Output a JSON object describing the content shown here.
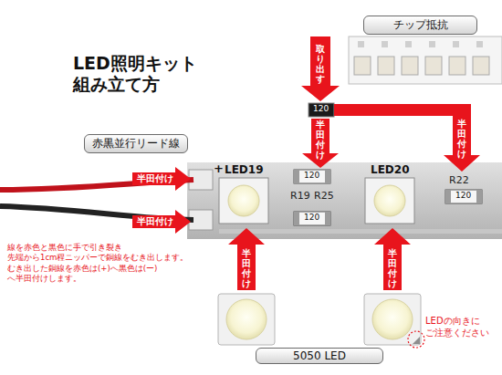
{
  "diagram": {
    "title": "LED照明キット 組み立て方",
    "nodes": [
      {
        "text": [
          "チップ抵抗"
        ]
      },
      {
        "text": [
          "赤黒並行リード線"
        ]
      },
      {
        "text": [
          "5050 LED"
        ]
      }
    ],
    "labels": [
      "取り出す",
      "120",
      "半田付け",
      "半田付け",
      "+",
      "LED19",
      "R19",
      "R25",
      "120",
      "120",
      "LED20",
      "R22",
      "120",
      "半田付け",
      "半田付け",
      "線を赤色と黒色に手で引き裂き 先端から1cm程ニッパーで銅線をむき出します。 むき出した銅線を赤色は(+)へ黒色は(ー)へ半田付けします。",
      "半田付け",
      "半田付け",
      "LEDの向きに ご注意ください"
    ]
  }
}
